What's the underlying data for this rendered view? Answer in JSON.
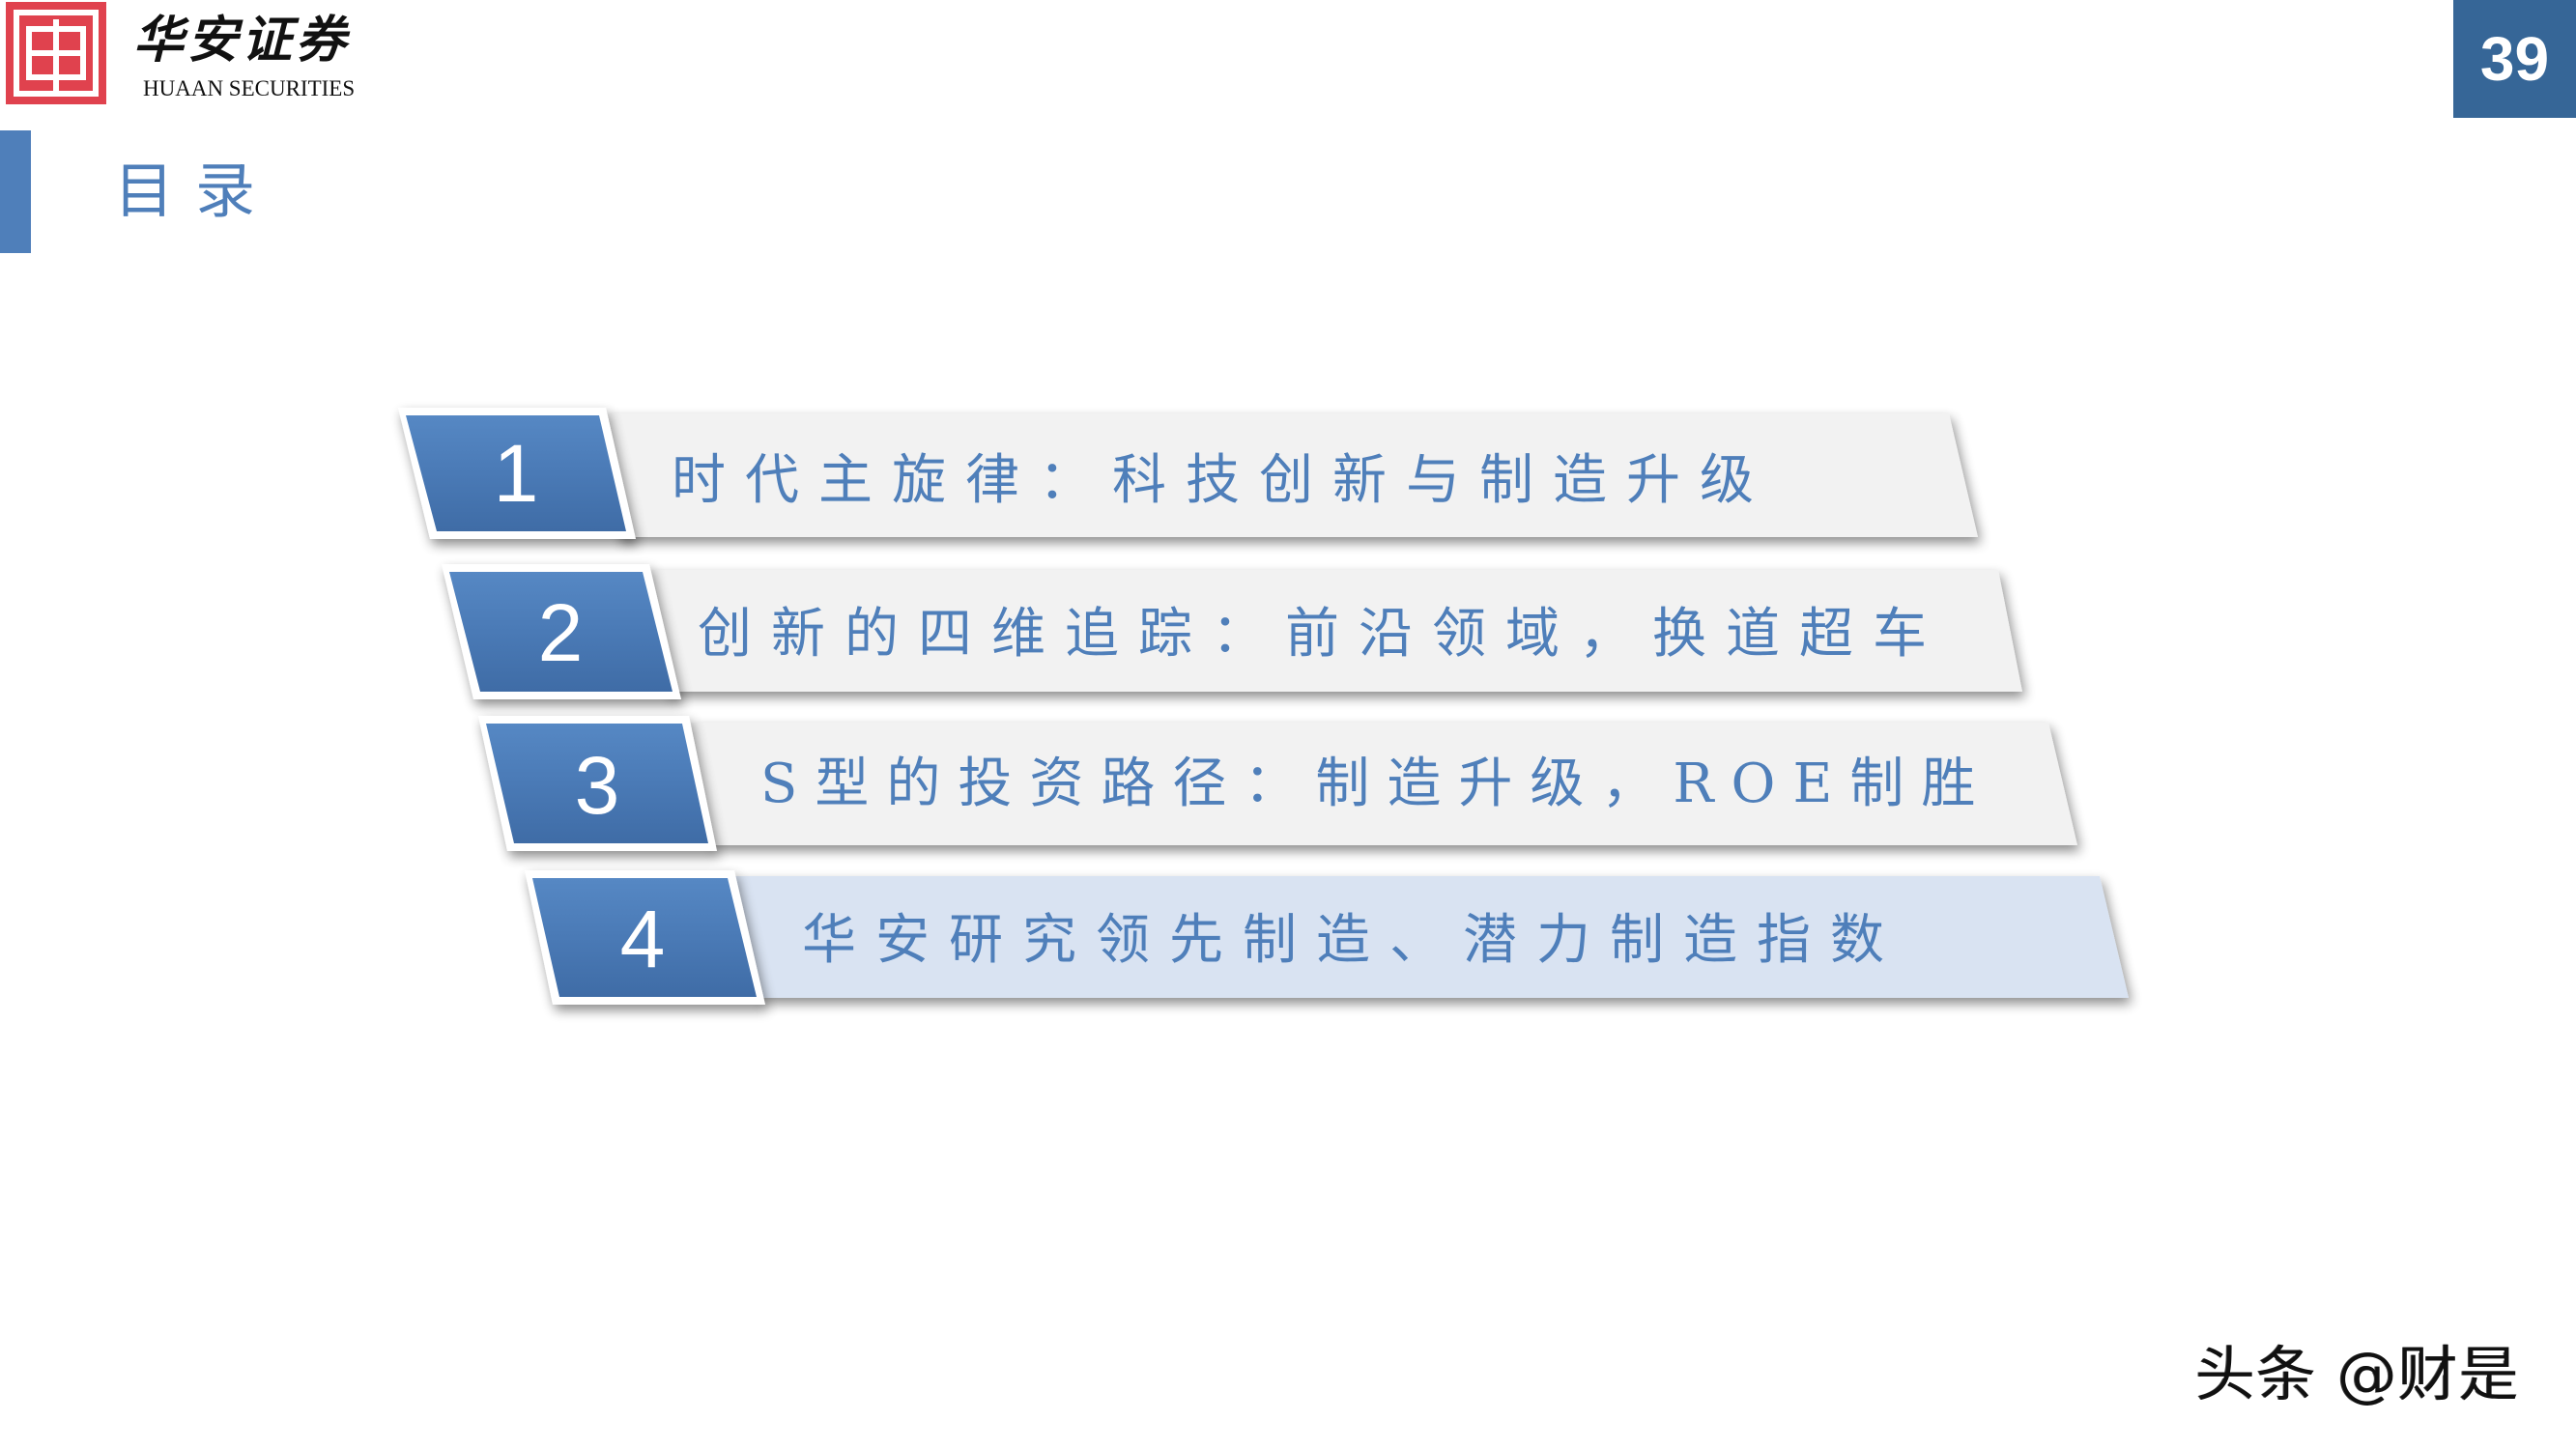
{
  "header": {
    "logo": {
      "icon": "huaan-logo-mark",
      "name_cn": "华安证券",
      "name_en": "HUAAN SECURITIES",
      "brand_color": "#e0424e"
    },
    "page_number": "39",
    "page_number_bg": "#366697"
  },
  "title": {
    "text": "目录",
    "accent_color": "#4f7fba"
  },
  "agenda": {
    "items": [
      {
        "number": "1",
        "label": "时代主旋律：科技创新与制造升级",
        "highlighted": false
      },
      {
        "number": "2",
        "label": "创新的四维追踪：前沿领域，换道超车",
        "highlighted": false
      },
      {
        "number": "3",
        "label": "S型的投资路径：制造升级，ROE制胜",
        "highlighted": false
      },
      {
        "number": "4",
        "label": "华安研究领先制造、潜力制造指数",
        "highlighted": true
      }
    ],
    "colors": {
      "number_box": "#4a7ab6",
      "band_default": "#f2f2f2",
      "band_highlight": "#d9e3f2",
      "text": "#4f7fba"
    }
  },
  "watermark": {
    "text": "头条 @财是"
  }
}
